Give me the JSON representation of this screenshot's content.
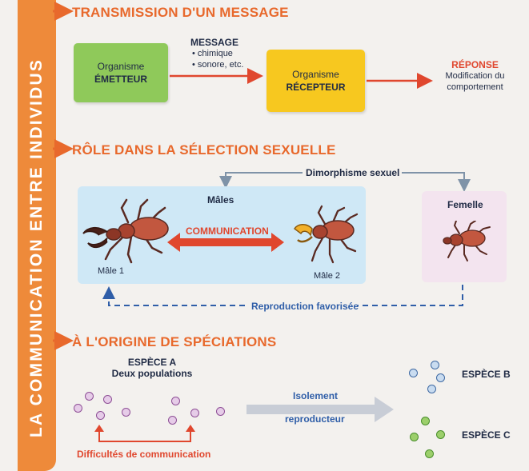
{
  "band": {
    "label": "LA COMMUNICATION ENTRE INDIVIDUS"
  },
  "section1": {
    "title": "TRANSMISSION D'UN MESSAGE",
    "emitter": {
      "line1": "Organisme",
      "line2": "ÉMETTEUR",
      "color": "#8fc95a"
    },
    "message": {
      "title": "MESSAGE",
      "items": [
        "• chimique",
        "• sonore, etc."
      ]
    },
    "receiver": {
      "line1": "Organisme",
      "line2": "RÉCEPTEUR",
      "color": "#f7c81f"
    },
    "response": {
      "title": "RÉPONSE",
      "line1": "Modification du",
      "line2": "comportement"
    }
  },
  "section2": {
    "title": "RÔLE DANS LA SÉLECTION SEXUELLE",
    "dimorphism": "Dimorphisme sexuel",
    "males_label": "Mâles",
    "communication": "COMMUNICATION",
    "male1": "Mâle 1",
    "male2": "Mâle 2",
    "female": "Femelle",
    "reproduction": "Reproduction favorisée"
  },
  "section3": {
    "title": "À L'ORIGINE DE SPÉCIATIONS",
    "species_a": "ESPÈCE A",
    "two_populations": "Deux populations",
    "isolation_line1": "Isolement",
    "isolation_line2": "reproducteur",
    "species_b": "ESPÈCE B",
    "species_c": "ESPÈCE C",
    "difficulties": "Difficultés de communication"
  },
  "colors": {
    "accent": "#e8692c",
    "band": "#ee8a3a",
    "navy": "#1f2a44",
    "red": "#e0472e"
  }
}
